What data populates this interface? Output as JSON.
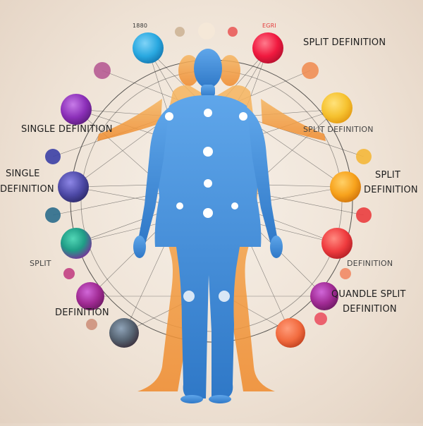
{
  "labels": {
    "top_left_small": "1880",
    "top_right_small": "EGRI",
    "split_definition_top": "SPLIT DEFINITION",
    "single_definition_left": "SINGLE DEFINITION",
    "single_left_big_line1": "SINGLE",
    "single_left_big_line2": "DEFINITION",
    "split_right_mid_faint": "SPLIT DEFINITION",
    "split_right_line1": "SPLIT",
    "split_right_line2": "DEFINITION",
    "split_left_lower": "SPLIT",
    "definition_left_lower": "DEFINITION",
    "right_lower_faint": "DEFINITION",
    "quadruple_line1": "QUANDLE SPLIT",
    "quadruple_line2": "DEFINITION"
  },
  "colors": {
    "body_blue": "#3a86d6",
    "body_orange": "#f2a24a",
    "line": "#222222"
  },
  "nodes": [
    {
      "color": "#29a8e0"
    },
    {
      "color": "#f0193f"
    },
    {
      "color": "#8b2fb8"
    },
    {
      "color": "#f6c230"
    },
    {
      "color": "#5b4fb0"
    },
    {
      "color": "#f7a21c"
    },
    {
      "color": "#1f9d86"
    },
    {
      "color": "#ef3b3e"
    },
    {
      "color": "#8a2fb5"
    },
    {
      "color": "#a02a93"
    },
    {
      "color": "#5b636d"
    },
    {
      "color": "#f26b3f"
    }
  ]
}
